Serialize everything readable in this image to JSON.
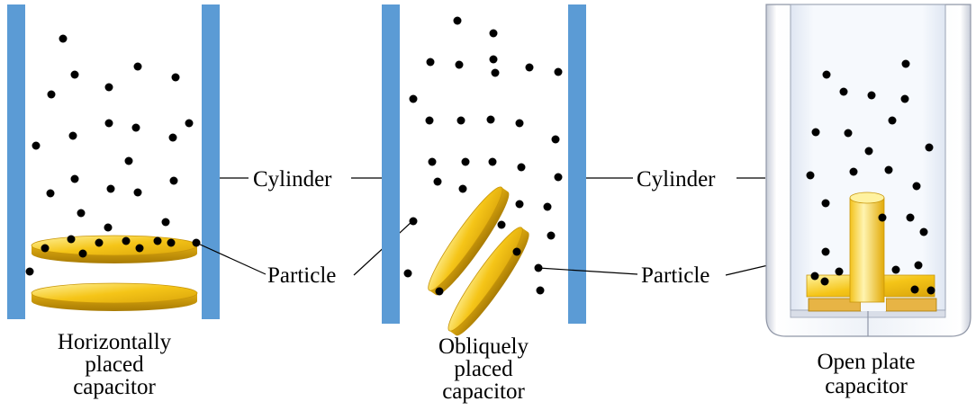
{
  "panels": [
    {
      "caption": [
        "Horizontally",
        "placed",
        "capacitor"
      ]
    },
    {
      "caption": [
        "Obliquely",
        "placed",
        "capacitor"
      ]
    },
    {
      "caption": [
        "Open plate",
        "capacitor"
      ]
    }
  ],
  "labels": {
    "cylinder_1": "Cylinder",
    "cylinder_2": "Cylinder",
    "particle_1": "Particle",
    "particle_2": "Particle"
  },
  "colors": {
    "cylinder_wall": "#5b9bd5",
    "capacitor_plate": "#f2c21a",
    "capacitor_edge": "#b38a06",
    "particle": "#000000"
  }
}
